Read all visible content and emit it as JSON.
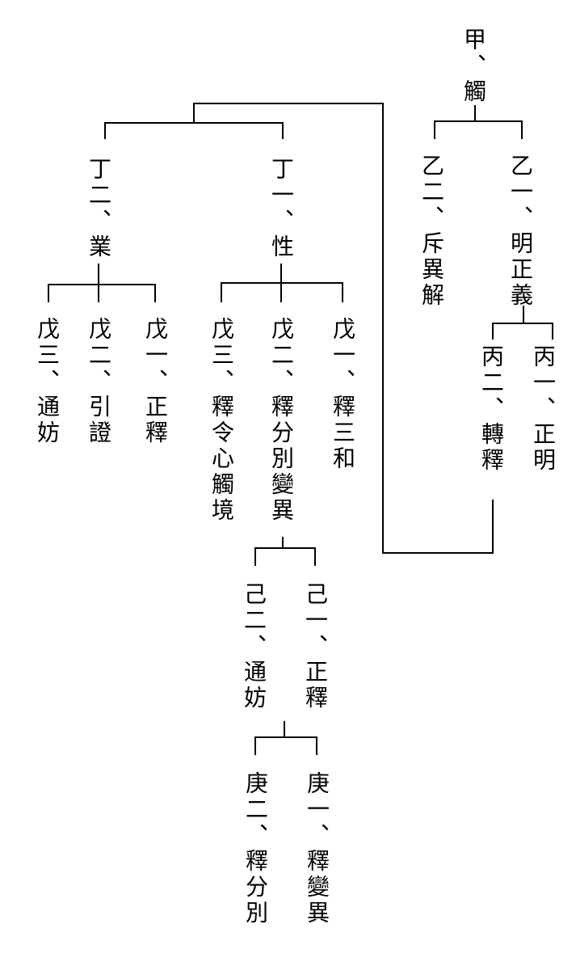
{
  "colors": {
    "line": "#000000",
    "text": "#000000",
    "background": "#ffffff"
  },
  "nodes": {
    "root": "甲、觸",
    "yi1": "乙一、明正義",
    "yi2": "乙二、斥異解",
    "bing1": "丙一、正明",
    "bing2": "丙二、轉釋",
    "ding1": "丁一、性",
    "ding2": "丁二、業",
    "ding1_wu1": "戊一、釋三和",
    "ding1_wu2": "戊二、釋分別變異",
    "ding1_wu3": "戊三、釋令心觸境",
    "ding2_wu1": "戊一、正釋",
    "ding2_wu2": "戊二、引證",
    "ding2_wu3": "戊三、通妨",
    "ji1": "己一、正釋",
    "ji2": "己二、通妨",
    "geng1": "庚一、釋變異",
    "geng2": "庚二、釋分別"
  }
}
